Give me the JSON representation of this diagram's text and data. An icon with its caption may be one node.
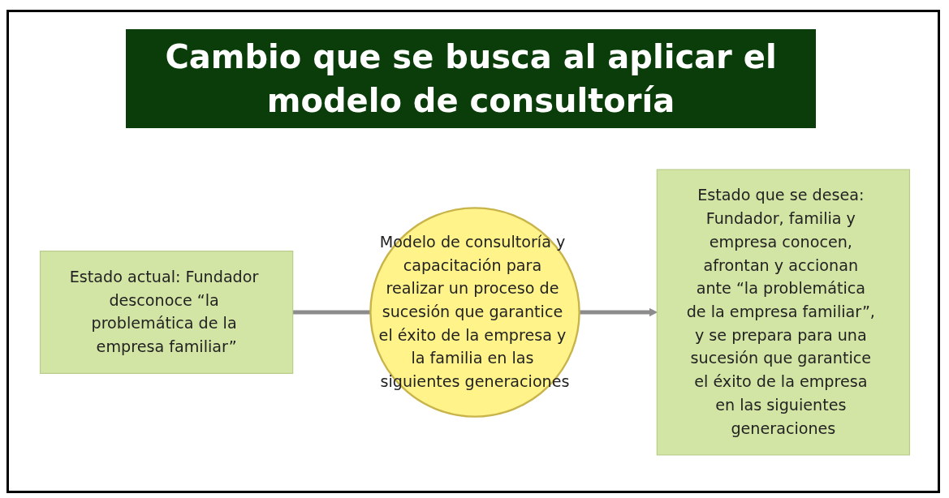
{
  "diagram": {
    "title": "Cambio que se busca al aplicar el modelo de consultoría",
    "nodes": [
      {
        "text": [
          "Estado actual: Fundador desconoce “la problemática de la empresa familiar”"
        ]
      },
      {
        "text": [
          "Modelo de consultoría y capacitación para realizar un proceso de sucesión que garantice el éxito de la empresa y la familia en las siguientes generaciones"
        ]
      },
      {
        "text": [
          "Estado que se desea: Fundador, familia y empresa conocen, afrontan y accionan ante “la problemática de la empresa familiar”, y se prepara para una sucesión que garantice el éxito de la empresa en las siguientes generaciones"
        ]
      }
    ],
    "edges": [
      {
        "from": 0,
        "to": 1,
        "arrow": "none"
      },
      {
        "from": 1,
        "to": 2,
        "arrow": "to"
      }
    ]
  }
}
